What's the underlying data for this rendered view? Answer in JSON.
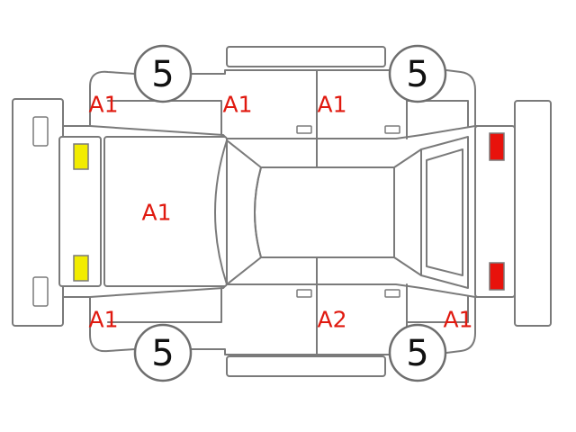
{
  "colors": {
    "outline": "#7a7a7a",
    "code_text": "#e0190f",
    "front_light": "#f2ec00",
    "rear_light": "#e8120c"
  },
  "tires": {
    "front_left": "5",
    "rear_left": "5",
    "front_right": "5",
    "rear_right": "5"
  },
  "damage_codes": {
    "left_front_fender": "A1",
    "left_front_door": "A1",
    "left_rear_door": "A1",
    "hood": "A1",
    "right_front_fender": "A1",
    "right_rear_door": "A2",
    "right_rear_quarter": "A1"
  }
}
